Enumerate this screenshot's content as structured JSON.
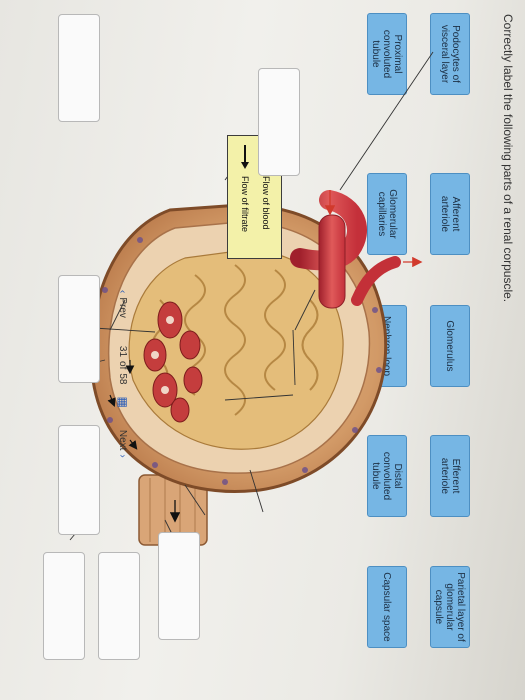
{
  "question": {
    "title": "Correctly label the following parts of a renal corpuscle."
  },
  "label_bank": [
    "Podocytes of visceral layer",
    "Afferent arteriole",
    "Glomerulus",
    "Efferent arteriole",
    "Parietal layer of glomerular capsule",
    "Proximal convoluted tubule",
    "Glomerular capillaries",
    "Nephron loop",
    "Distal convoluted tubule",
    "Capsular space"
  ],
  "legend": {
    "blood": "Flow of blood",
    "filtrate": "Flow of filtrate"
  },
  "nav": {
    "prev": "Prev",
    "current": "31",
    "of": "of",
    "total": "58",
    "next": "Next"
  },
  "colors": {
    "chip": "#76b6e4",
    "legend_bg": "#f3f1a9",
    "blood_arrow": "#d13a2c",
    "filtrate_arrow": "#111111"
  }
}
